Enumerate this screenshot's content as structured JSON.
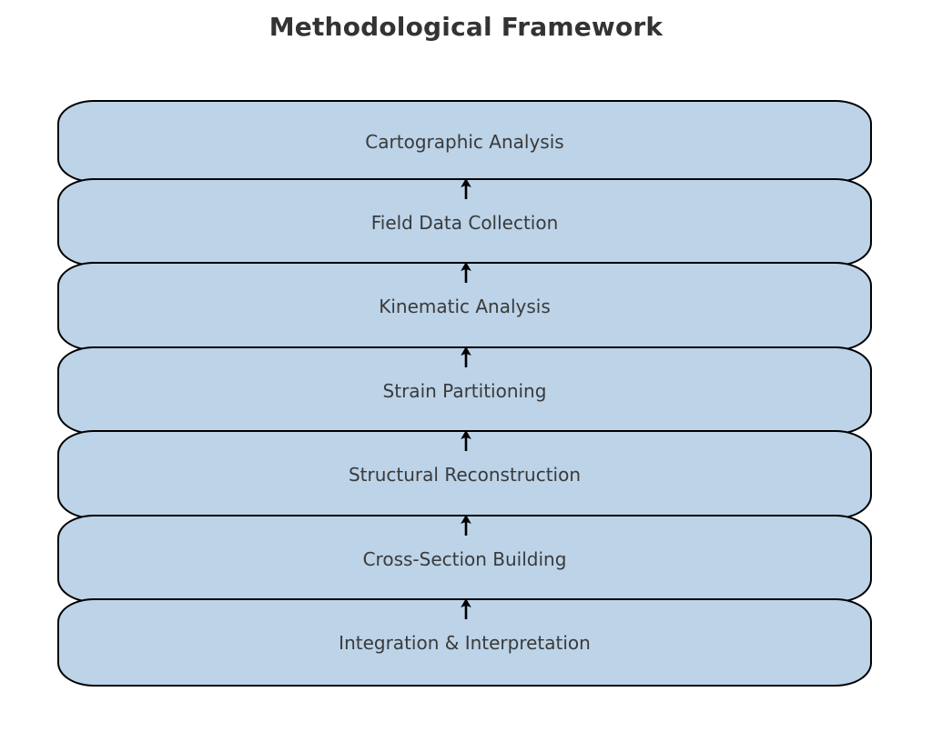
{
  "title": "Methodological Framework",
  "diagram": {
    "kind": "vertical-process-stack",
    "flow_direction": "bottom-to-top",
    "steps": [
      {
        "label": "Cartographic Analysis"
      },
      {
        "label": "Field Data Collection"
      },
      {
        "label": "Kinematic Analysis"
      },
      {
        "label": "Strain Partitioning"
      },
      {
        "label": "Structural Reconstruction"
      },
      {
        "label": "Cross-Section Building"
      },
      {
        "label": "Integration & Interpretation"
      }
    ],
    "arrow_count": 6,
    "arrow_direction": "up",
    "colors": {
      "box_fill": "#BCD3E8",
      "box_border": "#000000",
      "label_text": "#3A3A3A",
      "title_text": "#333333",
      "arrow": "#000000",
      "background": "#FFFFFF"
    }
  }
}
